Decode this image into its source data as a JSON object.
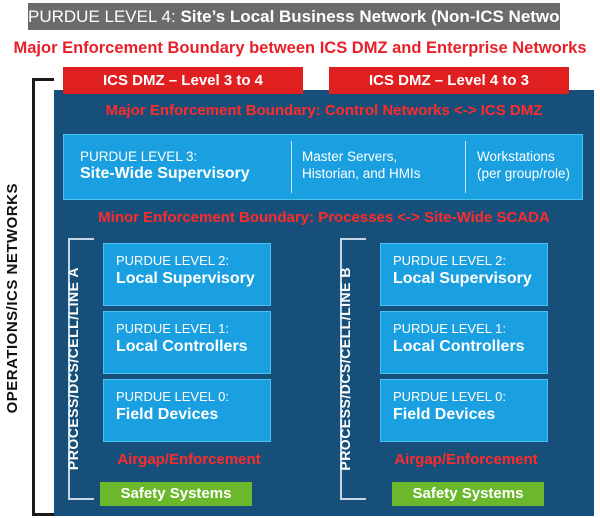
{
  "top_banner": {
    "prefix": "PURDUE LEVEL 4: ",
    "title": "Site’s Local Business Network (Non-ICS Networks)"
  },
  "major_enterprise_boundary": "Major Enforcement Boundary between ICS DMZ and Enterprise Networks",
  "dmz_tabs": {
    "left": "ICS DMZ – Level 3 to 4",
    "right": "ICS DMZ – Level 4 to 3"
  },
  "operations_label": "OPERATIONS/ICS NETWORKS",
  "major_control_boundary": "Major Enforcement Boundary: Control Networks <-> ICS DMZ",
  "level3": {
    "kicker": "PURDUE LEVEL 3:",
    "title": "Site-Wide Supervisory",
    "master_line1": "Master Servers,",
    "master_line2": "Historian, and HMIs",
    "work_line1": "Workstations",
    "work_line2": "(per group/role)"
  },
  "minor_process_boundary": "Minor Enforcement Boundary: Processes <-> Site-Wide SCADA",
  "cells": [
    {
      "label": "PROCESS/DCS/CELL/LINE A",
      "levels": [
        {
          "kicker": "PURDUE LEVEL 2:",
          "title": "Local Supervisory"
        },
        {
          "kicker": "PURDUE LEVEL 1:",
          "title": "Local Controllers"
        },
        {
          "kicker": "PURDUE LEVEL 0:",
          "title": "Field Devices"
        }
      ],
      "airgap": "Airgap/Enforcement",
      "safety": "Safety Systems"
    },
    {
      "label": "PROCESS/DCS/CELL/LINE B",
      "levels": [
        {
          "kicker": "PURDUE LEVEL 2:",
          "title": "Local Supervisory"
        },
        {
          "kicker": "PURDUE LEVEL 1:",
          "title": "Local Controllers"
        },
        {
          "kicker": "PURDUE LEVEL 0:",
          "title": "Field Devices"
        }
      ],
      "airgap": "Airgap/Enforcement",
      "safety": "Safety Systems"
    }
  ],
  "colors": {
    "banner_gray": "#6b6b6b",
    "boundary_red": "#e8202a",
    "dmz_red": "#e02020",
    "panel_navy": "#16507a",
    "box_blue": "#1aa0e0",
    "safety_green": "#6cb82c"
  }
}
